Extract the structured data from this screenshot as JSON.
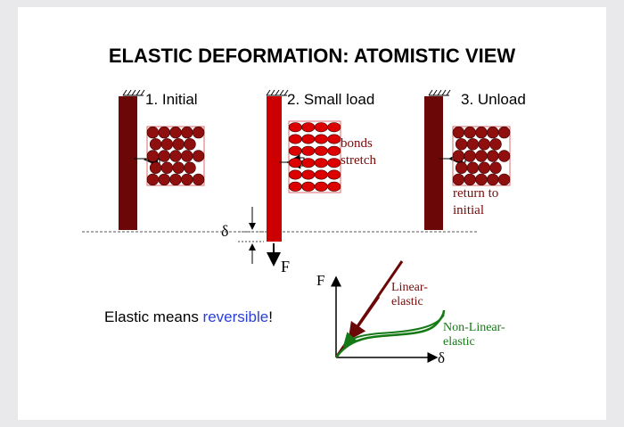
{
  "title": "ELASTIC DEFORMATION: ATOMISTIC VIEW",
  "stages": [
    {
      "label": "1. Initial"
    },
    {
      "label": "2. Small load",
      "note_line1": "bonds",
      "note_line2": "stretch"
    },
    {
      "label": "3. Unload",
      "note_line1": "return to",
      "note_line2": "initial"
    }
  ],
  "symbols": {
    "delta": "δ",
    "force": "F"
  },
  "caption": {
    "prefix": "Elastic means ",
    "highlight": "reversible",
    "suffix": "!"
  },
  "graph": {
    "y_label": "F",
    "x_label": "δ",
    "linear_label_1": "Linear-",
    "linear_label_2": "elastic",
    "nonlinear_label_1": "Non-Linear-",
    "nonlinear_label_2": "elastic"
  },
  "colors": {
    "dark_red": "#6b0707",
    "red": "#cc0000",
    "atom_dark": "#8f0f0f",
    "atom_red": "#dd0000",
    "green": "#157a15",
    "highlight": "#2a3fd6"
  }
}
